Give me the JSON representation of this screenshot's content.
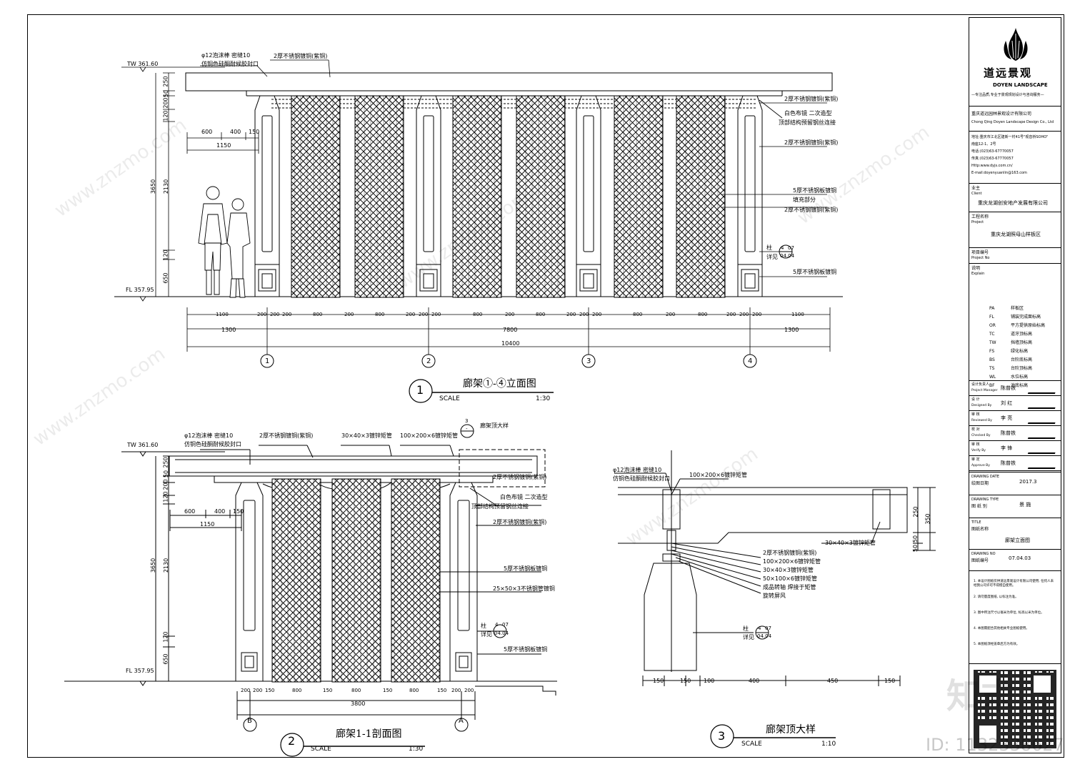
{
  "drawing1": {
    "title": "廊架①-④立面图",
    "number": "1",
    "scale_label": "SCALE",
    "scale_value": "1:30",
    "tw": "TW 361.60",
    "fl": "FL 357.95",
    "callouts_left": [
      "φ12泡沫棒  密缝10",
      "仿铜色硅酮耐候胶封口"
    ],
    "callout_top": "2厚不锈钢镀铜(紫铜)",
    "callouts_right": [
      "2厚不锈钢镀铜(紫铜)",
      "白色布镜  二次造型",
      "顶部结构预留钢丝连接",
      "2厚不锈钢镀铜(紫铜)",
      "5厚不锈钢板镀铜",
      "填充部分",
      "2厚不锈钢镀铜(紫铜)",
      "柱",
      "详见",
      "5厚不锈钢板镀铜"
    ],
    "detail_ref": [
      "4",
      "07",
      "04.04"
    ],
    "vdims": [
      "250",
      "50",
      "200",
      "120",
      "2130",
      "3650",
      "120",
      "650"
    ],
    "hdims_top": [
      "600",
      "400",
      "150",
      "1150"
    ],
    "dims_row1": [
      "1100",
      "200",
      "200",
      "200",
      "800",
      "200",
      "800",
      "200",
      "200",
      "200",
      "800",
      "200",
      "800",
      "200",
      "200",
      "200",
      "800",
      "200",
      "800",
      "200",
      "200",
      "200",
      "1100"
    ],
    "dims_row2": [
      "1300",
      "7800",
      "1300"
    ],
    "dims_row3": "10400",
    "axes": [
      "1",
      "2",
      "3",
      "4"
    ]
  },
  "drawing2": {
    "title": "廊架1-1剖面图",
    "number": "2",
    "scale_label": "SCALE",
    "scale_value": "1:30",
    "tw": "TW 361.60",
    "fl": "FL 357.95",
    "callouts_top": [
      "φ12泡沫棒  密缝10",
      "仿铜色硅酮耐候胶封口",
      "2厚不锈钢镀铜(紫铜)",
      "30×40×3镀锌矩管",
      "100×200×6镀锌矩管"
    ],
    "detail_tag": [
      "3",
      "-",
      "廊架顶大样"
    ],
    "callouts_right": [
      "2厚不锈钢镀铜(紫铜)",
      "白色布镜  二次造型",
      "顶部结构预留钢丝连接",
      "2厚不锈钢镀铜(紫铜)",
      "5厚不锈钢板镀铜",
      "25×50×3不锈钢管镀铜",
      "柱",
      "详见",
      "5厚不锈钢板镀铜"
    ],
    "detail_ref": [
      "4",
      "07",
      "04.04"
    ],
    "vdims": [
      "250",
      "50",
      "200",
      "120",
      "2130",
      "3650",
      "120",
      "650"
    ],
    "hdims_top": [
      "600",
      "400",
      "150",
      "1150"
    ],
    "dims_row1": [
      "200",
      "200",
      "150",
      "800",
      "150",
      "800",
      "150",
      "800",
      "150",
      "200",
      "200"
    ],
    "dims_row2": "3800",
    "axes": [
      "B",
      "A"
    ]
  },
  "drawing3": {
    "title": "廊架顶大样",
    "number": "3",
    "scale_label": "SCALE",
    "scale_value": "1:10",
    "callouts": [
      "φ12泡沫棒  密缝10",
      "仿铜色硅酮耐候胶封口",
      "100×200×6镀锌矩管",
      "30×40×3镀锌矩管",
      "2厚不锈钢镀铜(紫铜)",
      "100×200×6镀锌矩管",
      "30×40×3镀锌矩管",
      "50×100×6镀锌矩管",
      "成品转轴  焊接于矩管",
      "旋转屏风",
      "柱",
      "详见"
    ],
    "detail_ref": [
      "4",
      "07",
      "04.04"
    ],
    "vdims": [
      "250",
      "350",
      "50",
      "50"
    ],
    "hdims": [
      "150",
      "150",
      "100",
      "400",
      "450",
      "150"
    ]
  },
  "titleblock": {
    "logo_cn": "道远景观",
    "logo_en": "DOYEN LANDSCAPE",
    "slogan": "—专注品质,专业于景观规划设计与咨询服务—",
    "company_cn": "重庆道远园林景观设计有限公司",
    "company_en": "Chong Qing  Doyen  Landscape Design Co., Ltd",
    "address_lines": [
      "地址:重庆市江北区建新一村41号\"观音桥SOHO\"",
      "南座12-1、2号",
      "电话:(023)63-67770057",
      "传真:(023)63-67770057",
      "Http:www.dyjs.com.cn/",
      "E-mail:doyenyuanlin@163.com"
    ],
    "client_label": "业主",
    "client_label_en": "Client",
    "client_name": "重庆龙湖创安地产发展有限公司",
    "project_label": "工程名称",
    "project_label_en": "Project",
    "project_name": "重庆龙湖照母山样板区",
    "project_no_label": "项目编号",
    "project_no_label_en": "Project No",
    "legend_label": "说明",
    "legend_label_en": "Explain",
    "legend": [
      [
        "PA",
        "样板区"
      ],
      [
        "FL",
        "铺装完成面标高"
      ],
      [
        "OR",
        "平方提供原始标高"
      ],
      [
        "TC",
        "道牙顶标高"
      ],
      [
        "TW",
        "挡墙顶标高"
      ],
      [
        "FS",
        "绿化标高"
      ],
      [
        "BS",
        "台阶底标高"
      ],
      [
        "TS",
        "台阶顶标高"
      ],
      [
        "WL",
        "水位标高"
      ],
      [
        "BF",
        "池底标高"
      ]
    ],
    "signoff": [
      [
        "设计负责人",
        "Project Manager",
        "陈普铁"
      ],
      [
        "设 计",
        "Designed By",
        "刘 红"
      ],
      [
        "审 核",
        "Reviewed By",
        "李 亮"
      ],
      [
        "校 对",
        "Checked By",
        "陈普铁"
      ],
      [
        "审 核",
        "Verify By",
        "李 锋"
      ],
      [
        "审 定",
        "Approve By",
        "陈普铁"
      ]
    ],
    "date_label": "DRAWING DATE",
    "date_label_cn": "绘图日期",
    "date_value": "2017.3",
    "type_label": "DRAWING TYPE",
    "type_label_cn": "图 纸 别",
    "type_value": "景  施",
    "title_label": "TITLE",
    "title_label_cn": "图纸名称",
    "title_value": "廊架立面图",
    "no_label": "DRAWING NO",
    "no_label_cn": "图纸编号",
    "no_value": "07.04.03",
    "notes": [
      "1. 本设计图纸仅供道远景观设计有限公司使用, 任何人未经我公司许可不得擅自使用。",
      "2. 请勿量度图纸, 以标注为准。",
      "3. 图中所注尺寸以毫米为单位, 标高以米为单位。",
      "4. 本图需配合其他相关专业图纸使用。",
      "5. 本图纸须经盖章后方为有效。"
    ]
  },
  "watermark": {
    "text": "www.znzmo.com",
    "logo": "知末",
    "id": "ID: 1132338627"
  }
}
